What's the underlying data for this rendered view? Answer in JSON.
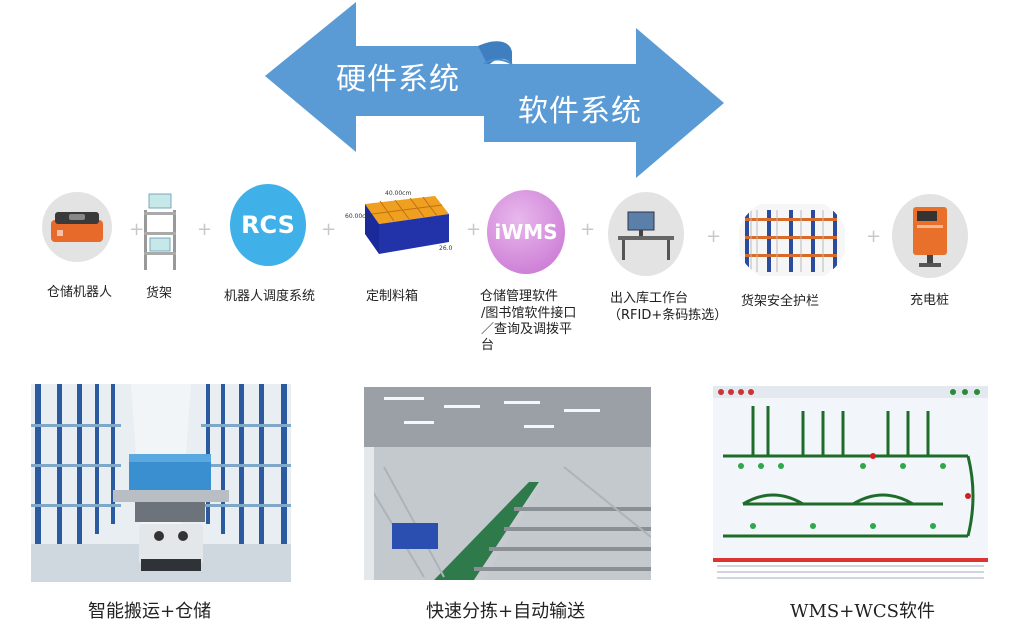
{
  "arrows": {
    "hardware_label": "硬件系统",
    "software_label": "软件系统",
    "color": "#5b9bd5"
  },
  "components": [
    {
      "id": "robot",
      "icon": "warehouse-robot-icon",
      "caption": "仓储机器人"
    },
    {
      "id": "shelf",
      "icon": "shelf-icon",
      "caption": "货架"
    },
    {
      "id": "rcs",
      "icon": "rcs-logo-icon",
      "logo": "RCS",
      "caption": "机器人调度系统"
    },
    {
      "id": "bin",
      "icon": "custom-bin-icon",
      "caption": "定制料箱",
      "dims": {
        "top": "40.00cm",
        "side": "60.00cm",
        "height": "26.0"
      }
    },
    {
      "id": "iwms",
      "icon": "iwms-logo-icon",
      "logo": "iWMS",
      "caption_lines": [
        "仓储管理软件",
        "/图书馆软件接口",
        "／查询及调拨平",
        "台"
      ]
    },
    {
      "id": "workstation",
      "icon": "workstation-icon",
      "caption_lines": [
        "出入库工作台",
        "（RFID+条码拣选）"
      ]
    },
    {
      "id": "guardrail",
      "icon": "guardrail-icon",
      "caption": "货架安全护栏"
    },
    {
      "id": "charger",
      "icon": "charging-pile-icon",
      "caption": "充电桩"
    }
  ],
  "plus_sign": "+",
  "photos": [
    {
      "id": "storage",
      "caption": "智能搬运+仓储"
    },
    {
      "id": "sorting",
      "caption": "快速分拣+自动输送"
    },
    {
      "id": "software",
      "caption": "WMS+WCS软件"
    }
  ]
}
